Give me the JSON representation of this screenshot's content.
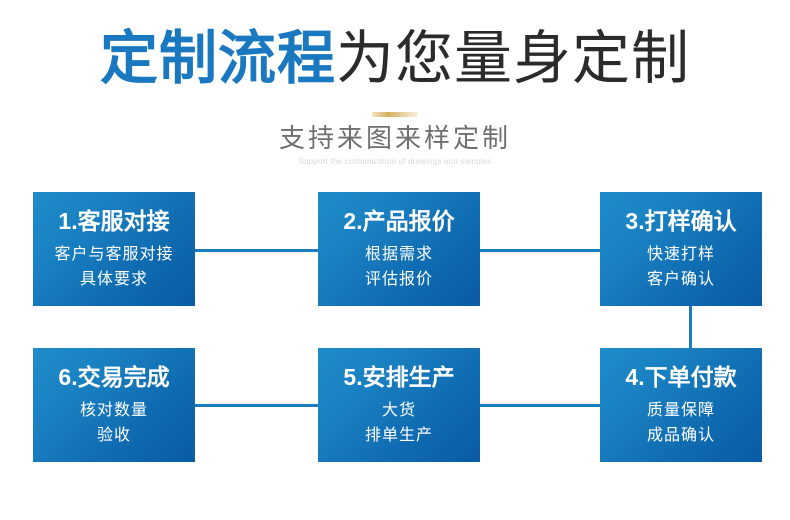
{
  "header": {
    "title_highlight": "定制流程",
    "title_rest": "为您量身定制",
    "subtitle": "支持来图来样定制",
    "subtitle_en": "Support the customization of drawings and samples"
  },
  "colors": {
    "brand_blue": "#1978bf",
    "box_gradient_light": "#1f8cc9",
    "box_gradient_dark": "#0a5ba4",
    "connector": "#1b7dbd",
    "divider_gold": "#d6b05f",
    "title_dark": "#2b2b2b",
    "subtitle_gray": "#6f6f6f",
    "subtitle_en_gray": "#d9d9d9"
  },
  "steps": [
    {
      "id": "step-1",
      "title": "1.客服对接",
      "lines": [
        "客户与客服对接",
        "具体要求"
      ]
    },
    {
      "id": "step-2",
      "title": "2.产品报价",
      "lines": [
        "根据需求",
        "评估报价"
      ]
    },
    {
      "id": "step-3",
      "title": "3.打样确认",
      "lines": [
        "快速打样",
        "客户确认"
      ]
    },
    {
      "id": "step-4",
      "title": "4.下单付款",
      "lines": [
        "质量保障",
        "成品确认"
      ]
    },
    {
      "id": "step-5",
      "title": "5.安排生产",
      "lines": [
        "大货",
        "排单生产"
      ]
    },
    {
      "id": "step-6",
      "title": "6.交易完成",
      "lines": [
        "核对数量",
        "验收"
      ]
    }
  ]
}
